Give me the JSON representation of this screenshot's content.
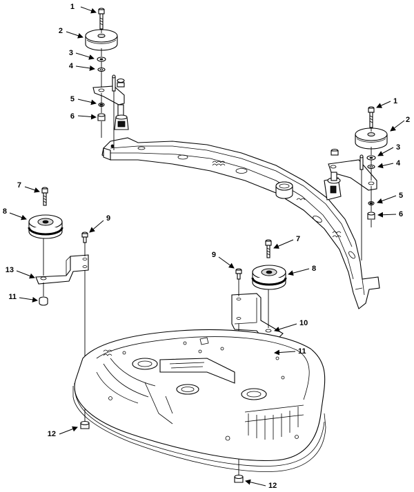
{
  "callouts": [
    {
      "id": "c1a",
      "label": "1"
    },
    {
      "id": "c2a",
      "label": "2"
    },
    {
      "id": "c3a",
      "label": "3"
    },
    {
      "id": "c4a",
      "label": "4"
    },
    {
      "id": "c5a",
      "label": "5"
    },
    {
      "id": "c6a",
      "label": "6"
    },
    {
      "id": "c1b",
      "label": "1"
    },
    {
      "id": "c2b",
      "label": "2"
    },
    {
      "id": "c3b",
      "label": "3"
    },
    {
      "id": "c4b",
      "label": "4"
    },
    {
      "id": "c5b",
      "label": "5"
    },
    {
      "id": "c6b",
      "label": "6"
    },
    {
      "id": "c7a",
      "label": "7"
    },
    {
      "id": "c8a",
      "label": "8"
    },
    {
      "id": "c9a",
      "label": "9"
    },
    {
      "id": "c13",
      "label": "13"
    },
    {
      "id": "c11a",
      "label": "11"
    },
    {
      "id": "c9b",
      "label": "9"
    },
    {
      "id": "c7b",
      "label": "7"
    },
    {
      "id": "c8b",
      "label": "8"
    },
    {
      "id": "c10",
      "label": "10"
    },
    {
      "id": "c11b",
      "label": "11"
    },
    {
      "id": "c12a",
      "label": "12"
    },
    {
      "id": "c12b",
      "label": "12"
    }
  ]
}
